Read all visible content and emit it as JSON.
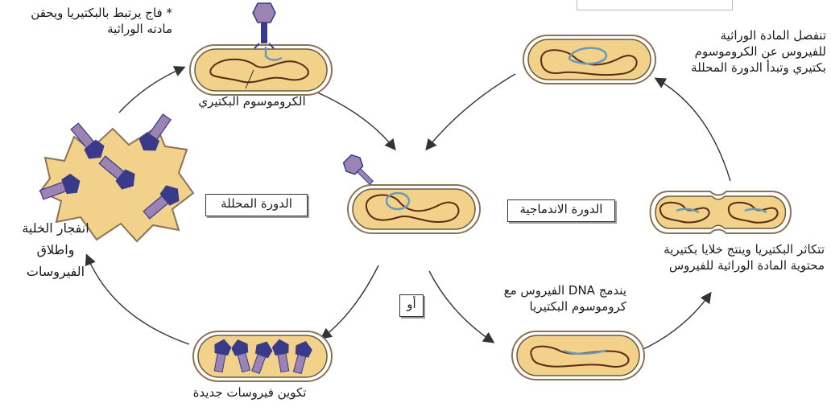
{
  "labels": {
    "attach": [
      "* فاج يرتبط بالبكتيريا ويحقن",
      "مادته الوراثية"
    ],
    "chromosome": "الكروموسوم البكتيري",
    "lytic_cycle": "الدورة المحللة",
    "lysogenic_cycle": "الدورة الاندماجية",
    "or": "أو",
    "burst": [
      "انفجار الخلية",
      "واطلاق",
      "الفيروسات"
    ],
    "new_viruses": "تكوين فيروسات جديدة",
    "detach": [
      "تنفصل المادة الوراثية",
      "للفيروس عن الكروموسوم",
      "بكتيري وتبدأ الدورة المحللة"
    ],
    "multiply": [
      "تتكاثر البكتيريا وينتج خلايا بكتيرية",
      "محتوية المادة الوراثية للفيروس"
    ],
    "integrate": [
      "يندمج DNA الفيروس مع",
      "كروموسوم البكتيريا"
    ]
  },
  "colors": {
    "cell_fill": "#f2d28a",
    "cell_outline": "#8b7355",
    "chromosome": "#5a2a14",
    "viral_dna": "#6a9ab8",
    "phage_head": "#9b84b4",
    "phage_dark": "#3a3a8a",
    "arrow": "#333333"
  }
}
